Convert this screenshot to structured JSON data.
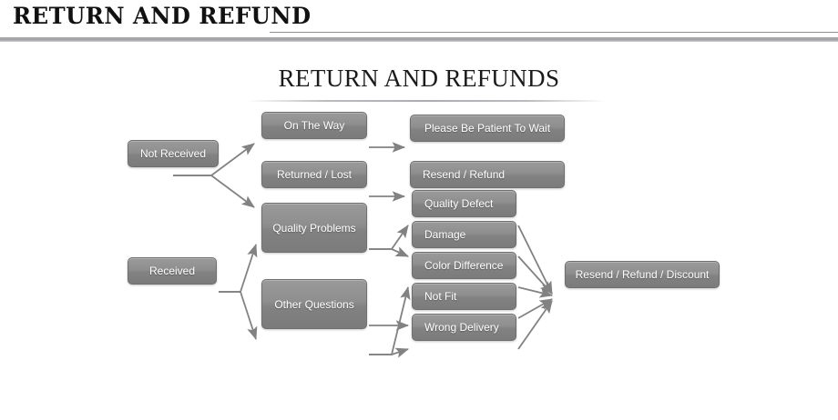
{
  "header": {
    "title": "RETURN AND REFUND",
    "rule_color": "#8f8f93",
    "band_color": "#a9a9ad"
  },
  "diagram": {
    "title": "RETURN AND REFUNDS",
    "node_fill": "#8a8a8a",
    "node_border": "#6f6f6f",
    "node_text_color": "#ffffff",
    "arrow_color": "#808080",
    "nodes": {
      "not_received": "Not Received",
      "on_the_way": "On The Way",
      "returned_lost": "Returned / Lost",
      "please_be_patient": "Please Be Patient To Wait",
      "resend_refund": "Resend / Refund",
      "received": "Received",
      "quality_problems": "Quality Problems",
      "other_questions": "Other Questions",
      "quality_defect": "Quality Defect",
      "damage": "Damage",
      "color_difference": "Color Difference",
      "not_fit": "Not Fit",
      "wrong_delivery": "Wrong Delivery",
      "resend_refund_discount": "Resend / Refund / Discount"
    }
  }
}
